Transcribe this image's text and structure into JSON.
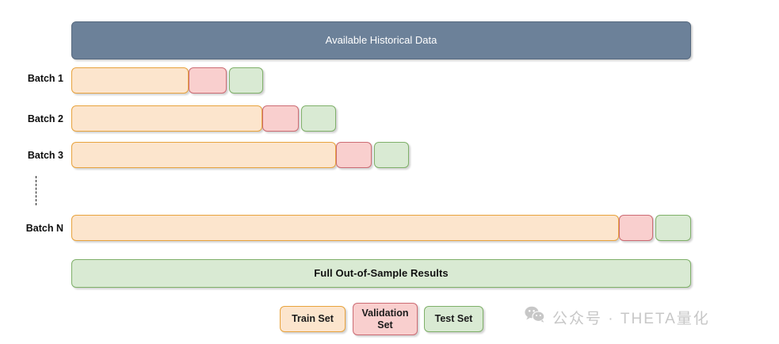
{
  "diagram": {
    "header_bar": {
      "label": "Available Historical Data",
      "color": "#6C8199"
    },
    "rows": [
      {
        "label": "Batch 1",
        "train": {
          "name": "train-segment"
        },
        "validation": {
          "name": "validation-segment"
        },
        "test": {
          "name": "test-segment"
        }
      },
      {
        "label": "Batch 2",
        "train": {
          "name": "train-segment"
        },
        "validation": {
          "name": "validation-segment"
        },
        "test": {
          "name": "test-segment"
        }
      },
      {
        "label": "Batch 3",
        "train": {
          "name": "train-segment"
        },
        "validation": {
          "name": "validation-segment"
        },
        "test": {
          "name": "test-segment"
        }
      },
      {
        "label": "Batch N",
        "train": {
          "name": "train-segment"
        },
        "validation": {
          "name": "validation-segment"
        },
        "test": {
          "name": "test-segment"
        }
      }
    ],
    "ellipsis_marker": "vertical-dashed-line",
    "results_bar": {
      "label": "Full Out-of-Sample  Results",
      "color": "#D9EAD3"
    },
    "legend": [
      {
        "label": "Train Set",
        "color": "#FCE5CD",
        "border": "#E8A33D"
      },
      {
        "label": "Validation Set",
        "color": "#F9CFCE",
        "border": "#CC6B73"
      },
      {
        "label": "Test Set",
        "color": "#D9EAD3",
        "border": "#7FB069"
      }
    ],
    "watermark": {
      "icon": "wechat-icon",
      "text": "公众号 · THETA量化",
      "color": "#c7c7c7"
    }
  }
}
